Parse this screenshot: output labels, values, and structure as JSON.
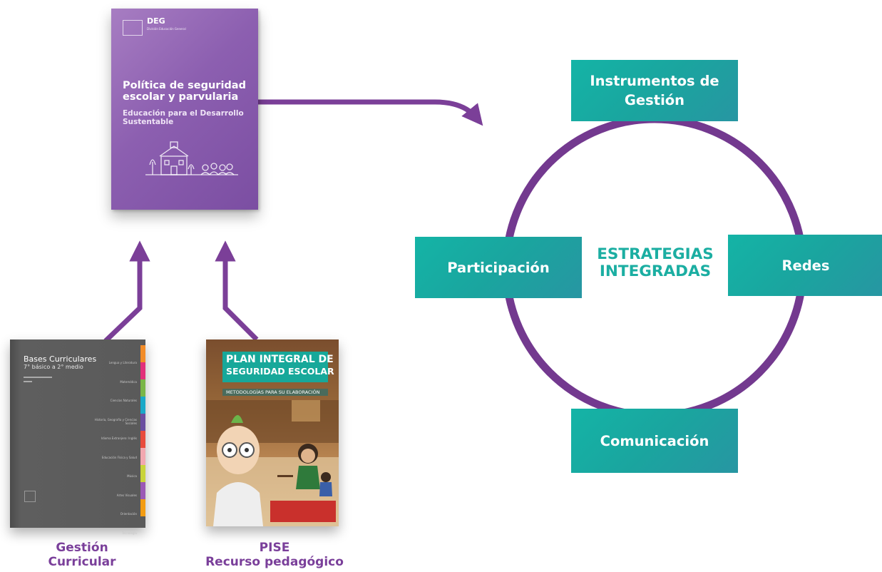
{
  "diagram": {
    "books": {
      "politica": {
        "brand": "DEG",
        "brand_sub": "División Educación General",
        "title": "Política de seguridad escolar y parvularia",
        "subtitle": "Educación para el Desarrollo Sustentable"
      },
      "bases": {
        "title": "Bases Curriculares",
        "subtitle": "7° básico a 2° medio",
        "subjects": [
          "Lengua y Literatura",
          "Matemática",
          "Ciencias Naturales",
          "Historia, Geografía y Ciencias Sociales",
          "Idioma Extranjero: Inglés",
          "Educación Física y Salud",
          "Música",
          "Artes Visuales",
          "Orientación",
          "Tecnología"
        ]
      },
      "pise": {
        "title_line1": "PLAN INTEGRAL DE",
        "title_line2": "SEGURIDAD ESCOLAR",
        "bar_text": "METODOLOGÍAS PARA SU ELABORACIÓN"
      }
    },
    "captions": {
      "gestion": "Gestión\nCurricular",
      "pise": "PISE\nRecurso pedagógico"
    },
    "cycle": {
      "center": "ESTRATEGIAS\nINTEGRADAS",
      "nodes": {
        "top": "Instrumentos de\nGestión",
        "left": "Participación",
        "right": "Redes",
        "bottom": "Comunicación"
      }
    },
    "colors": {
      "purple": "#7b3f98",
      "teal": "#1aa59f",
      "caption": "#7a3f9a"
    }
  }
}
